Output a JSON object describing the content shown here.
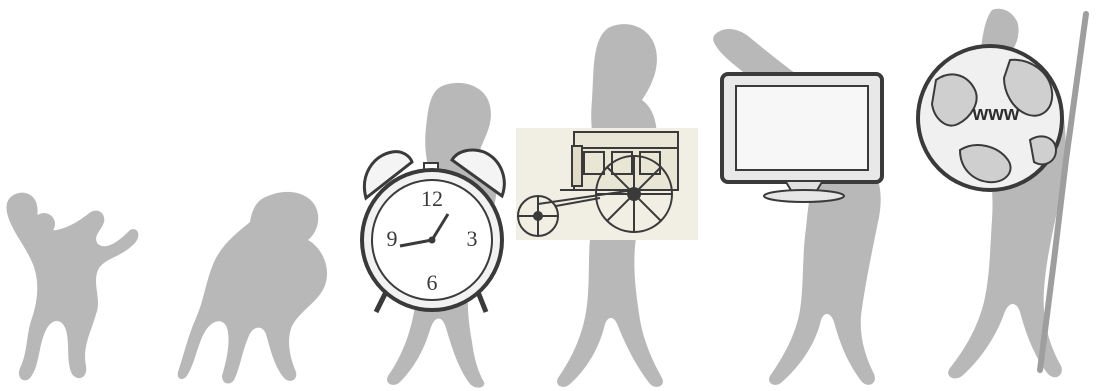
{
  "scene": {
    "silhouette_color": "#b8b8b8",
    "sketch_stroke_color": "#3a3a3a",
    "background_color": "#ffffff",
    "stages": [
      {
        "figure": "monkey-silhouette"
      },
      {
        "figure": "ape-silhouette"
      },
      {
        "figure": "early-human-silhouette",
        "object": "alarm-clock-icon"
      },
      {
        "figure": "human-silhouette",
        "object": "locomotive-icon"
      },
      {
        "figure": "modern-human-silhouette",
        "object": "monitor-icon"
      },
      {
        "figure": "human-with-staff-silhouette",
        "object": "globe-icon"
      }
    ]
  },
  "clock": {
    "numerals": [
      "12",
      "3",
      "6",
      "9"
    ]
  },
  "globe": {
    "label": "www"
  }
}
